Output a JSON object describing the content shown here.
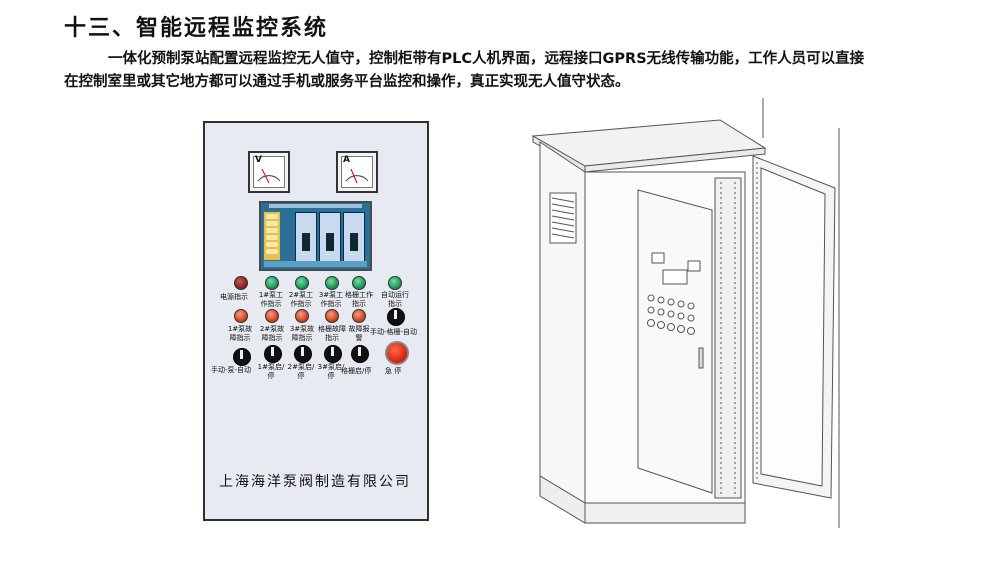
{
  "heading": "十三、智能远程监控系统",
  "paragraph": {
    "line1": "一体化预制泵站配置远程监控无人值守，控制柜带有PLC人机界面，远程接口GPRS无线传输功能，工作人员可以直接",
    "line2": "在控制室里或其它地方都可以通过手机或服务平台监控和操作，真正实现无人值守状态。"
  },
  "panel": {
    "meters": [
      {
        "label": "V"
      },
      {
        "label": "A"
      }
    ],
    "indicators_row1": {
      "power": "电源指示",
      "pump1": "1#泵工作指示",
      "pump2": "2#泵工作指示",
      "pump3": "3#泵工作指示",
      "grid": "格栅工作指示",
      "auto": "自动运行指示"
    },
    "indicators_row2": {
      "fault1": "1#泵故障指示",
      "fault2": "2#泵故障指示",
      "fault3": "3#泵故障指示",
      "grid_fault": "格栅故障指示",
      "alarm": "故障报警",
      "mode2": "手动-格栅-自动"
    },
    "switches": {
      "mode": "手动-泵-自动",
      "pump1": "1#泵启/停",
      "pump2": "2#泵启/停",
      "pump3": "3#泵启/停",
      "grid": "格栅启/停",
      "estop": "急 停"
    },
    "company": "上海海洋泵阀制造有限公司"
  }
}
